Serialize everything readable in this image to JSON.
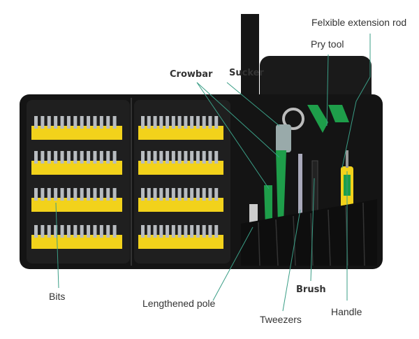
{
  "labels": {
    "extension_rod": "Felxible extension rod",
    "pry_tool": "Pry tool",
    "crowbar": "Crowbar",
    "sucker": "Sucker",
    "bits": "Bits",
    "lengthened_pole": "Lengthened pole",
    "brush": "Brush",
    "tweezers": "Tweezers",
    "handle": "Handle"
  },
  "colors": {
    "leader": "#3a9e86",
    "bag": "#141414",
    "bit_strip": "#f2d21b",
    "tool_green": "#1e9e4a"
  }
}
